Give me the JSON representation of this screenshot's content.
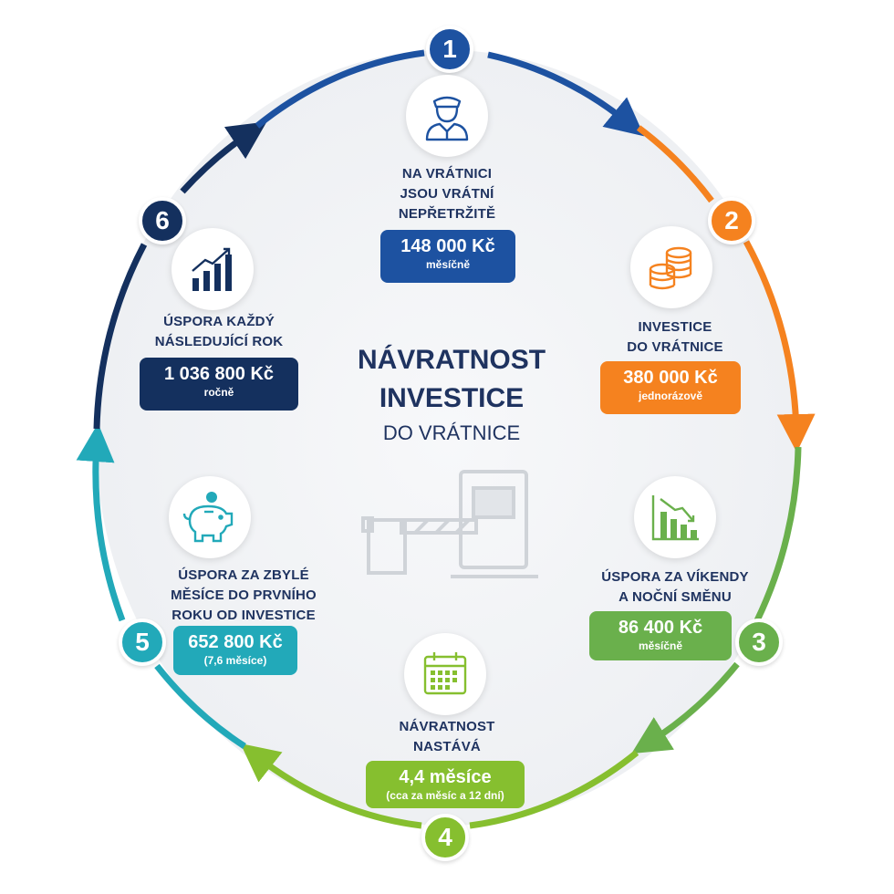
{
  "title": {
    "line1": "NÁVRATNOST",
    "line2": "INVESTICE",
    "line3": "DO VRÁTNICE"
  },
  "colors": {
    "navy": "#1f3360",
    "blue": "#1d52a1",
    "orange": "#f5821f",
    "green": "#6ab04c",
    "lime": "#86bf2f",
    "teal": "#22a9b9",
    "dark_navy": "#14305e"
  },
  "steps": [
    {
      "number": "1",
      "icon": "security-guard-icon",
      "label_lines": [
        "NA VRÁTNICI",
        "JSOU VRÁTNÍ",
        "NEPŘETRŽITĚ"
      ],
      "amount": "148 000 Kč",
      "sub": "měsíčně",
      "color": "#1d52a1"
    },
    {
      "number": "2",
      "icon": "coins-stack-icon",
      "label_lines": [
        "INVESTICE",
        "DO VRÁTNICE"
      ],
      "amount": "380 000 Kč",
      "sub": "jednorázově",
      "color": "#f5821f"
    },
    {
      "number": "3",
      "icon": "declining-chart-icon",
      "label_lines": [
        "ÚSPORA ZA VÍKENDY",
        "A NOČNÍ SMĚNU"
      ],
      "amount": "86 400 Kč",
      "sub": "měsíčně",
      "color": "#6ab04c"
    },
    {
      "number": "4",
      "icon": "calendar-icon",
      "label_lines": [
        "NÁVRATNOST",
        "NASTÁVÁ"
      ],
      "amount": "4,4 měsíce",
      "sub": "(cca za měsíc a 12 dní)",
      "color": "#86bf2f"
    },
    {
      "number": "5",
      "icon": "piggy-bank-icon",
      "label_lines": [
        "ÚSPORA ZA ZBYLÉ",
        "MĚSÍCE DO PRVNÍHO",
        "ROKU OD INVESTICE"
      ],
      "amount": "652 800 Kč",
      "sub": "(7,6 měsíce)",
      "color": "#22a9b9"
    },
    {
      "number": "6",
      "icon": "growth-chart-icon",
      "label_lines": [
        "ÚSPORA KAŽDÝ",
        "NÁSLEDUJÍCÍ ROK"
      ],
      "amount": "1 036 800 Kč",
      "sub": "ročně",
      "color": "#14305e"
    }
  ],
  "center_icon": "barrier-gate-icon"
}
